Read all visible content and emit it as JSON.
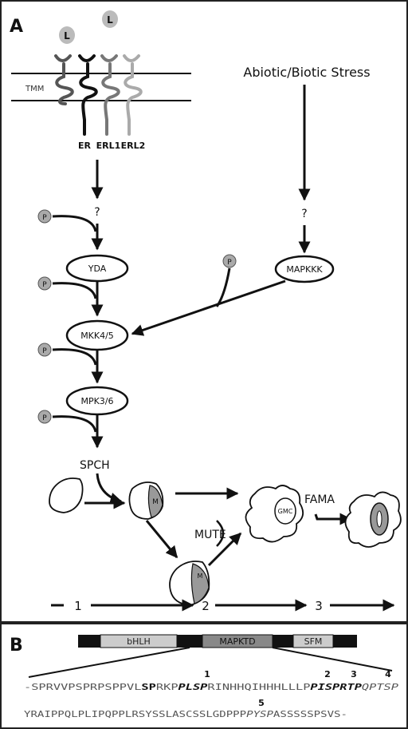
{
  "panel_a": {
    "panel_label": "A",
    "ligand_label": "L",
    "membrane_label": "TMM",
    "receptors": [
      "ER",
      "ERL1",
      "ERL2"
    ],
    "stress_label": "Abiotic/Biotic Stress",
    "unknown_label": "?",
    "phospho_label": "P",
    "nodes": {
      "yda": "YDA",
      "mapkkk": "MAPKKK",
      "mkk": "MKK4/5",
      "mpk": "MPK3/6"
    },
    "spch": "SPCH",
    "mute": "MUTE",
    "fama": "FAMA",
    "m_label": "M",
    "gmc_label": "GMC",
    "stages": [
      "1",
      "2",
      "3"
    ]
  },
  "panel_b": {
    "panel_label": "B",
    "domains": [
      "bHLH",
      "MAPKTD",
      "SFM"
    ],
    "site_numbers": [
      "1",
      "2",
      "3",
      "4",
      "5"
    ],
    "sequence_line1": [
      {
        "text": "-SPRVVPSPRPSPPVL",
        "style": "normal"
      },
      {
        "text": "SP",
        "style": "bold"
      },
      {
        "text": "RKP",
        "style": "normal"
      },
      {
        "text": "PLSP",
        "style": "bolditalic"
      },
      {
        "text": "RINHHQIHHHLLLP",
        "style": "normal"
      },
      {
        "text": "PISPRTP",
        "style": "bolditalic"
      },
      {
        "text": "QPTSP",
        "style": "italic"
      }
    ],
    "sequence_line2": [
      {
        "text": "YRAIPPQLPLIPQPPLRSYSSLASCSSLGDPPP",
        "style": "normal"
      },
      {
        "text": "PYSP",
        "style": "italic"
      },
      {
        "text": "ASSSSSPSVS-",
        "style": "normal"
      }
    ]
  }
}
